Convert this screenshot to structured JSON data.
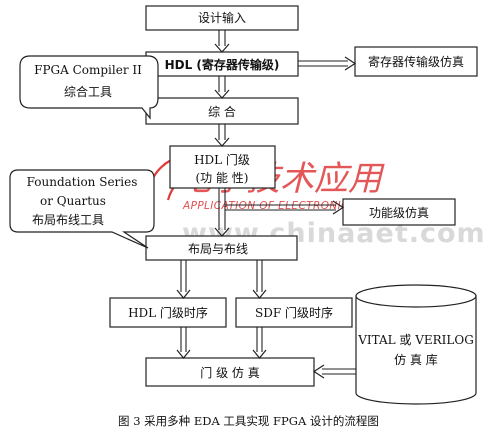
{
  "diagram": {
    "boxes": {
      "design_input": "设计输入",
      "hdl_rtl": "HDL (寄存器传输级)",
      "rtl_sim": "寄存器传输级仿真",
      "synthesis": "综 合",
      "hdl_gate_line1": "HDL 门级",
      "hdl_gate_line2": "(功 能 性)",
      "func_sim": "功能级仿真",
      "place_route": "布局与布线",
      "hdl_gate_timing": "HDL 门级时序",
      "sdf_gate_timing": "SDF 门级时序",
      "gate_sim": "门 级 仿 真"
    },
    "callouts": {
      "fpga_compiler_line1": "FPGA Compiler II",
      "fpga_compiler_line2": "综合工具",
      "foundation_line1": "Foundation Series",
      "foundation_line2": "or    Quartus",
      "foundation_line3": "布局布线工具"
    },
    "library": {
      "line1": "VITAL 或 VERILOG",
      "line2": "仿 真 库"
    },
    "caption": "图 3  采用多种 EDA 工具实现 FPGA 设计的流程图"
  },
  "watermark": {
    "brand": "电子技术应用",
    "subtitle": "APPLICATION OF ELECTRONIC TECHNIQUE",
    "site": "www.chinaaet.com"
  }
}
